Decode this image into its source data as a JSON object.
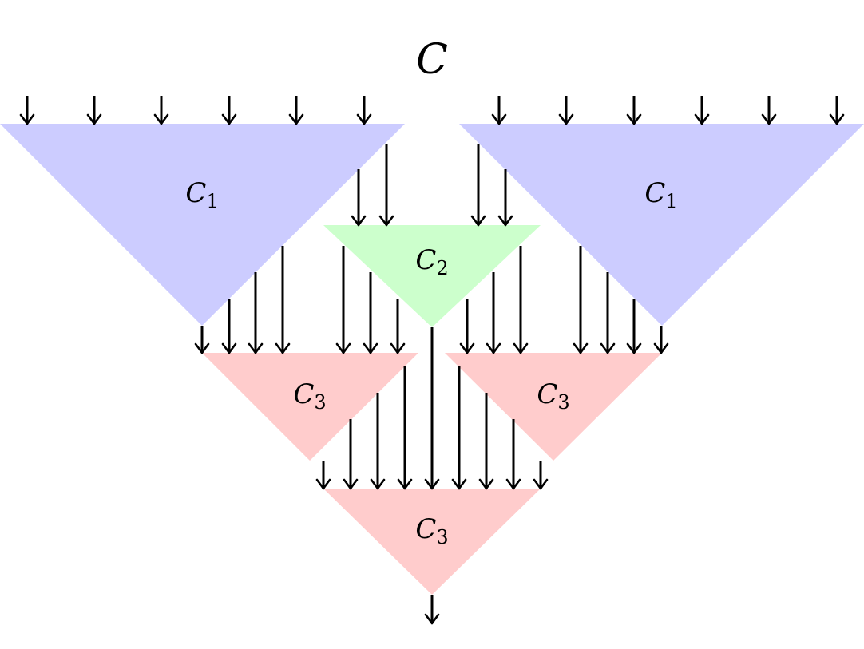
{
  "title": {
    "main": "C"
  },
  "blocks": [
    {
      "id": "c1-left",
      "name": "C",
      "sub": "1",
      "color": "#ccccff"
    },
    {
      "id": "c1-right",
      "name": "C",
      "sub": "1",
      "color": "#ccccff"
    },
    {
      "id": "c2",
      "name": "C",
      "sub": "2",
      "color": "#ccffcc"
    },
    {
      "id": "c3-left",
      "name": "C",
      "sub": "3",
      "color": "#ffcccc"
    },
    {
      "id": "c3-right",
      "name": "C",
      "sub": "3",
      "color": "#ffcccc"
    },
    {
      "id": "c3-bottom",
      "name": "C",
      "sub": "3",
      "color": "#ffcccc"
    }
  ],
  "colors": {
    "wire": "#000000"
  }
}
